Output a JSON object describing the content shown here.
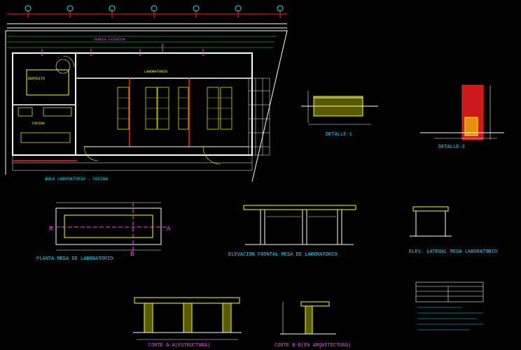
{
  "colors": {
    "background": "#000000",
    "wall": "#ffffff",
    "yellow": "#ffff00",
    "cyan": "#00e5ff",
    "magenta": "#ff40ff",
    "red": "#ff2020",
    "green": "#00ff3c",
    "blue": "#4060ff"
  },
  "sheet": {
    "plan_title": "AULA LABORATORIO - COCINA",
    "plan_room_lab": "LABORATORIO",
    "plan_room_deposito": "DEPOSITO",
    "plan_room_cocina": "COCINA",
    "plan_top_label": "VEREDA EXTERIOR",
    "detail_1_title": "DETALLE-1",
    "detail_2_title": "DETALLE-2",
    "planta_title": "PLANTA MESA DE LABORATORIO",
    "elev_frontal_title": "ELEVACION FRONTAL MESA DE LABORATORIO",
    "elev_lateral_title": "ELEV. LATERAL MESA LABORATORIO",
    "corte_aa_title": "CORTE A-A(ESTRUCTURA)",
    "corte_bb_title": "CORTE B-B(EN ARQUITECTURA)",
    "marker_a": "A",
    "marker_b": "B"
  }
}
